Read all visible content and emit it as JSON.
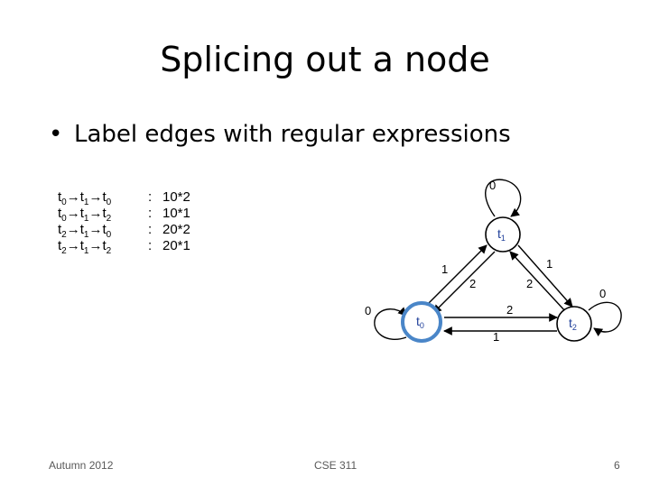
{
  "slide": {
    "title": "Splicing out a node",
    "bullet": "Label edges with regular expressions"
  },
  "paths": [
    {
      "from": "0",
      "via": "1",
      "to": "0",
      "sep": ":",
      "expr": "10*2"
    },
    {
      "from": "0",
      "via": "1",
      "to": "2",
      "sep": ":",
      "expr": "10*1"
    },
    {
      "from": "2",
      "via": "1",
      "to": "0",
      "sep": ":",
      "expr": "20*2"
    },
    {
      "from": "2",
      "via": "1",
      "to": "2",
      "sep": ":",
      "expr": "20*1"
    }
  ],
  "diagram": {
    "node_prefix": "t",
    "nodes": [
      {
        "id": "t0",
        "sub": "0",
        "highlight": true
      },
      {
        "id": "t1",
        "sub": "1",
        "highlight": false
      },
      {
        "id": "t2",
        "sub": "2",
        "highlight": false
      }
    ],
    "edge_labels": {
      "t1_self": "0",
      "t0_self": "0",
      "t2_self": "0",
      "t0_to_t1": "1",
      "t1_to_t0": "2",
      "t1_to_t2": "1",
      "t2_to_t1": "2",
      "t0_to_t2": "2",
      "t2_to_t0": "1"
    },
    "colors": {
      "highlight_ring": "#4a86c8",
      "node_label": "#1f3f9a"
    }
  },
  "footer": {
    "left": "Autumn 2012",
    "center": "CSE 311",
    "page": "6"
  }
}
